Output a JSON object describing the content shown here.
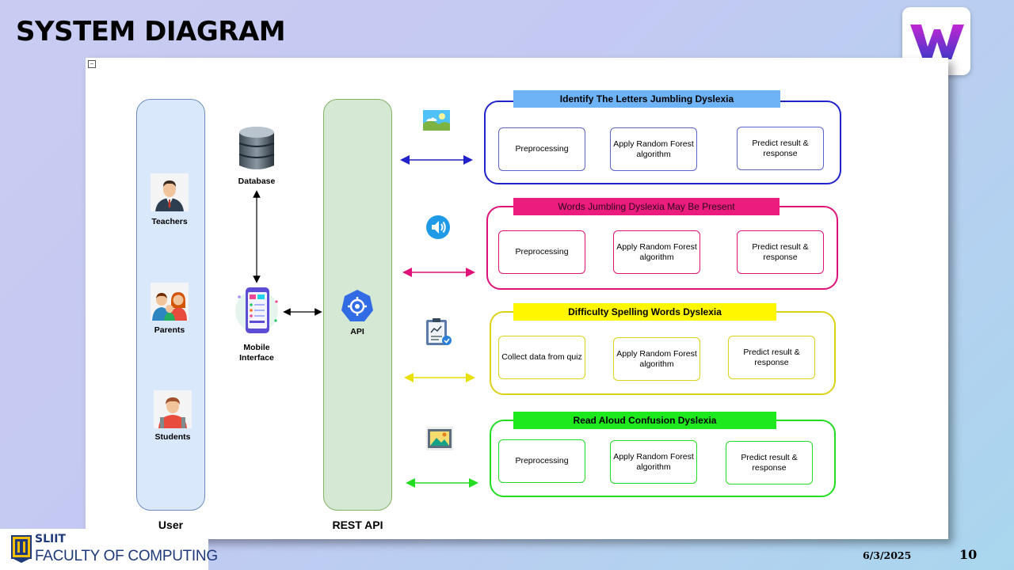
{
  "slide": {
    "title": "SYSTEM DIAGRAM",
    "date": "6/3/2025",
    "page_number": "10"
  },
  "footer": {
    "org": "SLIIT",
    "faculty": "FACULTY OF COMPUTING"
  },
  "lanes": {
    "user": "User",
    "api": "REST API"
  },
  "actors": [
    {
      "label": "Teachers",
      "icon": "teacher-icon"
    },
    {
      "label": "Parents",
      "icon": "parents-icon"
    },
    {
      "label": "Students",
      "icon": "student-icon"
    }
  ],
  "nodes": {
    "database": "Database",
    "mobile_line1": "Mobile",
    "mobile_line2": "Interface",
    "api": "API"
  },
  "modules": [
    {
      "title": "Identify  The Letters Jumbling Dyslexia",
      "input_icon": "image-icon",
      "color": "#2222cc",
      "title_bg": "#6fb3f7",
      "steps": [
        "Preprocessing",
        "Apply Random Forest algorithm",
        "Predict result & response"
      ]
    },
    {
      "title": "Words Jumbling Dyslexia May Be Present",
      "input_icon": "speaker-icon",
      "color": "#e0127a",
      "title_bg": "#ec1c7e",
      "steps": [
        "Preprocessing",
        "Apply Random Forest algorithm",
        "Predict result & response"
      ]
    },
    {
      "title": "Difficulty  Spelling Words Dyslexia",
      "input_icon": "quiz-clipboard-icon",
      "color": "#dcd219",
      "title_bg": "#fff700",
      "steps": [
        "Collect data from quiz",
        "Apply Random Forest algorithm",
        "Predict result & response"
      ]
    },
    {
      "title": "Read Aloud Confusion Dyslexia",
      "input_icon": "picture-frame-icon",
      "color": "#22dd22",
      "title_bg": "#1ee81e",
      "steps": [
        "Preprocessing",
        "Apply Random Forest algorithm",
        "Predict result & response"
      ]
    }
  ],
  "logo": {
    "colors": {
      "top": "#c026d3",
      "bottom": "#4338ca"
    }
  }
}
